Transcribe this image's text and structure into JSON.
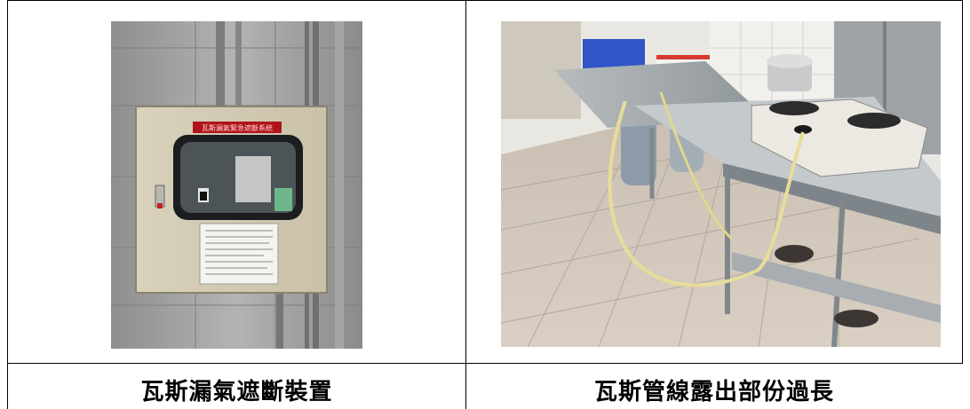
{
  "table": {
    "captions": [
      "瓦斯漏氣遮斷裝置",
      "瓦斯管線露出部份過長"
    ]
  },
  "photo_left": {
    "sign_text": "瓦斯漏氣緊急遮斷系統"
  }
}
